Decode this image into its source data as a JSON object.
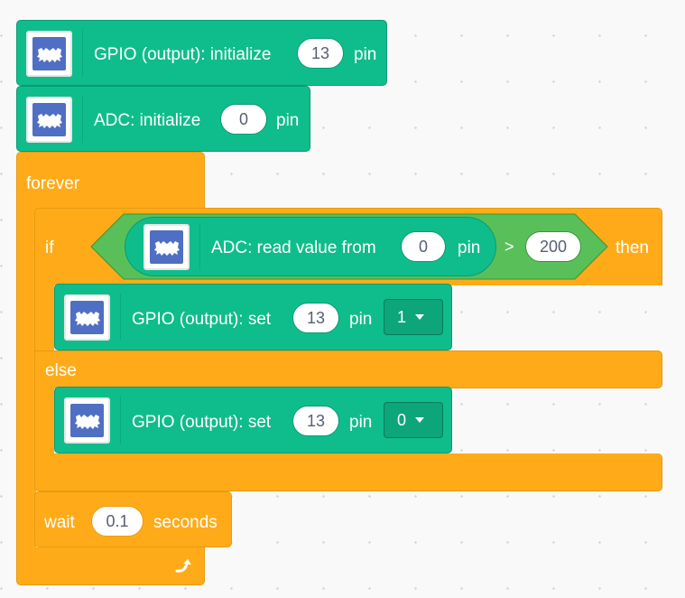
{
  "blocks": {
    "gpio_init": {
      "label": "GPIO (output): initialize",
      "pin_value": "13",
      "pin_label": "pin"
    },
    "adc_init": {
      "label": "ADC: initialize",
      "pin_value": "0",
      "pin_label": "pin"
    },
    "forever": {
      "label": "forever"
    },
    "if_block": {
      "if_label": "if",
      "then_label": "then",
      "else_label": "else",
      "condition": {
        "reporter_label": "ADC: read value from",
        "pin_value": "0",
        "pin_label": "pin",
        "operator": ">",
        "compare_value": "200"
      }
    },
    "gpio_set_then": {
      "label": "GPIO (output): set",
      "pin_value": "13",
      "pin_label": "pin",
      "state_value": "1"
    },
    "gpio_set_else": {
      "label": "GPIO (output): set",
      "pin_value": "13",
      "pin_label": "pin",
      "state_value": "0"
    },
    "wait": {
      "label": "wait",
      "value": "0.1",
      "unit": "seconds"
    },
    "loop_arrow_icon": "loop-arrow-icon"
  },
  "colors": {
    "extension_green": "#0fbd8c",
    "control_orange": "#ffab19",
    "operator_green": "#59c059",
    "icon_blue": "#4f6fc4"
  }
}
